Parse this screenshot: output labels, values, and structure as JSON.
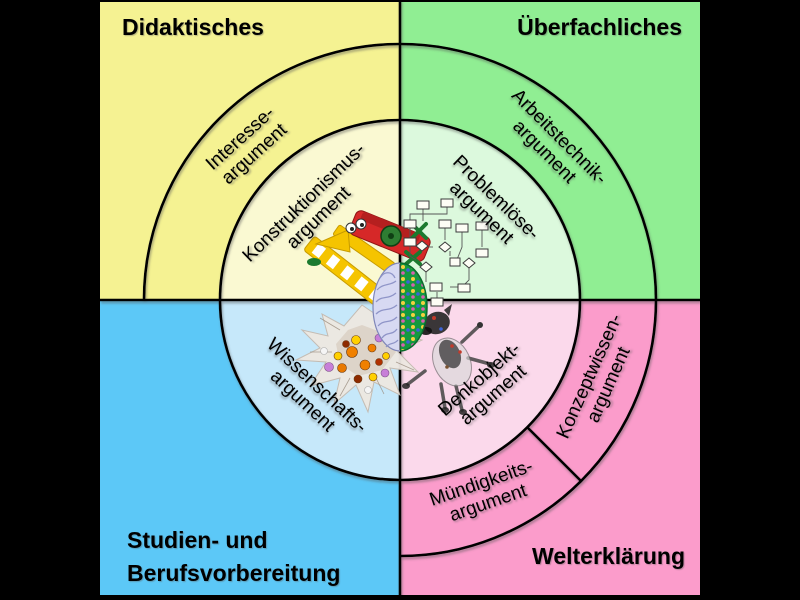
{
  "diagram": {
    "title_labels": {
      "top_left": "Didaktisches",
      "top_right": "Überfachliches",
      "bottom_left_line1": "Studien- und",
      "bottom_left_line2": "Berufsvorbereitung",
      "bottom_right": "Welterklärung"
    },
    "ring_labels": {
      "interesse": {
        "line1": "Interesse-",
        "line2": "argument"
      },
      "arbeitstechnik": {
        "line1": "Arbeitstechnik-",
        "line2": "argument"
      },
      "konzeptwissen": {
        "line1": "Konzeptwissen-",
        "line2": "argument"
      },
      "muendigkeit": {
        "line1": "Mündigkeits-",
        "line2": "argument"
      }
    },
    "inner_labels": {
      "konstruktionismus": {
        "line1": "Konstruktionismus-",
        "line2": "argument"
      },
      "problemloese": {
        "line1": "Problemlöse-",
        "line2": "argument"
      },
      "wissenschaft": {
        "line1": "Wissenschafts-",
        "line2": "argument"
      },
      "denkobjekt": {
        "line1": "Denkobjekt-",
        "line2": "argument"
      }
    },
    "colors": {
      "quadrant_top_left": "#F5F292",
      "quadrant_top_right": "#90EE93",
      "quadrant_bottom_left": "#5CC8F7",
      "quadrant_bottom_right": "#FB9CCB",
      "inner_top_left": "#FAF9D2",
      "inner_top_right": "#DCF9DD",
      "inner_bottom_left": "#C6E8FA",
      "inner_bottom_right": "#FBD9EB",
      "outline": "#000000",
      "letterbox": "#000000"
    },
    "images": {
      "brain": "half-brain-half-circuit-board",
      "lego_plane": "lego-toy-airplane",
      "flowchart": "program-flowchart",
      "molecule": "molecule-model",
      "robot_dog": "robot-dog"
    }
  }
}
